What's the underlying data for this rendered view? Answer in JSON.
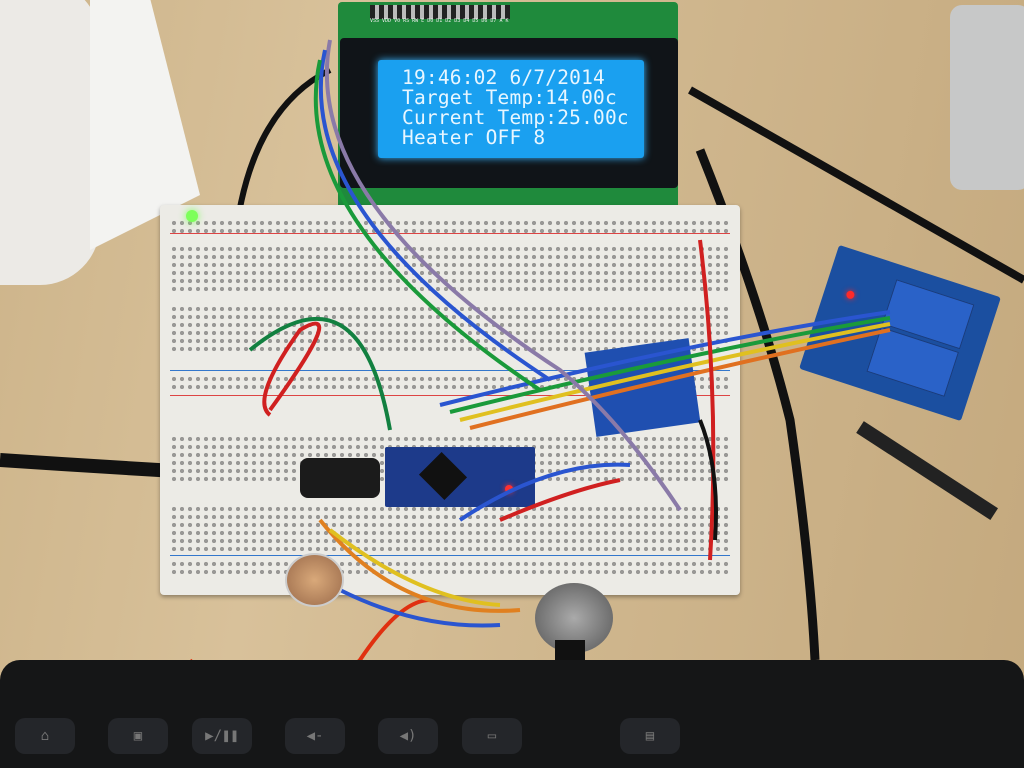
{
  "lcd": {
    "lines": [
      "19:46:02 6/7/2014",
      "Target Temp:14.00c",
      "Current Temp:25.00c",
      "Heater OFF 8"
    ],
    "pin_labels": "VSS VDD V0 RS RW E D0 D1 D2 D3 D4 D5 D6 D7 A K",
    "backlight_color": "#1aa0f0"
  },
  "colors": {
    "desk": "#d2b98f",
    "breadboard": "#ecebe6",
    "arduino": "#1d3a8a",
    "relay_module": "#1b4fa0",
    "pcb_green": "#1f8a3c"
  },
  "keyboard": {
    "keys": [
      "⌂",
      "▣",
      "▶/❚❚",
      "◀-",
      "◀)",
      "▭",
      "▤"
    ]
  }
}
